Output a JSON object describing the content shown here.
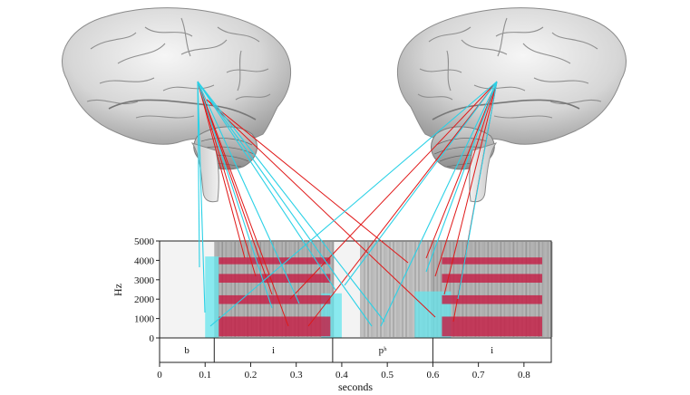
{
  "chart_data": {
    "type": "spectrogram",
    "x_axis": {
      "label": "seconds",
      "range": [
        0,
        0.86
      ],
      "ticks": [
        0,
        0.1,
        0.2,
        0.3,
        0.4,
        0.5,
        0.6,
        0.7,
        0.8
      ],
      "tick_labels": [
        "0",
        "0.1",
        "0.2",
        "0.3",
        "0.4",
        "0.5",
        "0.6",
        "0.7",
        "0.8"
      ]
    },
    "y_axis": {
      "label": "Hz",
      "range": [
        0,
        5000
      ],
      "ticks": [
        0,
        1000,
        2000,
        3000,
        4000,
        5000
      ],
      "tick_labels": [
        "0",
        "1000",
        "2000",
        "3000",
        "4000",
        "5000"
      ]
    },
    "segments": [
      {
        "label": "b",
        "start": 0.0,
        "end": 0.12
      },
      {
        "label": "i",
        "start": 0.12,
        "end": 0.38
      },
      {
        "label": "pʰ",
        "start": 0.38,
        "end": 0.6
      },
      {
        "label": "i",
        "start": 0.6,
        "end": 0.86
      }
    ],
    "formant_bands": [
      {
        "t_start": 0.13,
        "t_end": 0.375,
        "f_low": 3800,
        "f_high": 4150
      },
      {
        "t_start": 0.13,
        "t_end": 0.375,
        "f_low": 2850,
        "f_high": 3300
      },
      {
        "t_start": 0.13,
        "t_end": 0.375,
        "f_low": 1750,
        "f_high": 2200
      },
      {
        "t_start": 0.13,
        "t_end": 0.375,
        "f_low": 80,
        "f_high": 1100
      },
      {
        "t_start": 0.62,
        "t_end": 0.84,
        "f_low": 3800,
        "f_high": 4150
      },
      {
        "t_start": 0.62,
        "t_end": 0.84,
        "f_low": 2850,
        "f_high": 3300
      },
      {
        "t_start": 0.62,
        "t_end": 0.84,
        "f_low": 1750,
        "f_high": 2200
      },
      {
        "t_start": 0.62,
        "t_end": 0.84,
        "f_low": 80,
        "f_high": 1100
      }
    ],
    "transition_regions": [
      {
        "t_start": 0.1,
        "t_end": 0.13,
        "f_low": 0,
        "f_high": 4200
      },
      {
        "t_start": 0.355,
        "t_end": 0.4,
        "f_low": 0,
        "f_high": 2300
      },
      {
        "t_start": 0.56,
        "t_end": 0.64,
        "f_low": 0,
        "f_high": 2400
      }
    ]
  },
  "colors": {
    "red_line": "#e01818",
    "cyan_line": "#2bd1e6",
    "formant_fill": "#c41e46",
    "transition_fill": "#66e6ee",
    "brain_base": "#d8d8d8"
  },
  "illustrations": {
    "left": "brain-left-hemisphere",
    "right": "brain-right-hemisphere-mirrored"
  }
}
